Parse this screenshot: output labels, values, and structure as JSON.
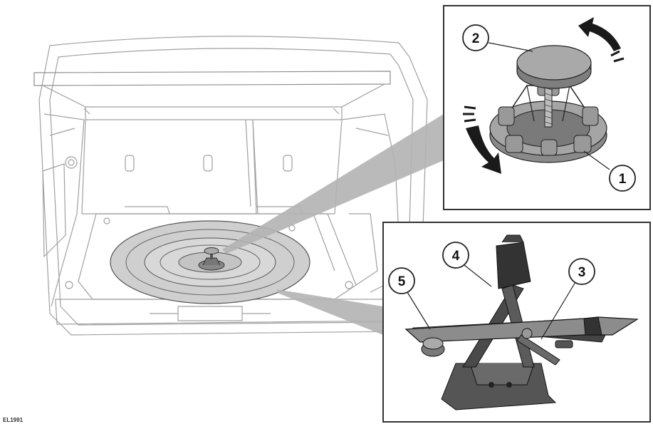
{
  "figure_code": "E​L1991",
  "callouts": {
    "c1": "1",
    "c2": "2",
    "c3": "3",
    "c4": "4",
    "c5": "5"
  },
  "colors": {
    "line": "#9a9a9a",
    "dark_line": "#222222",
    "tire_fill": "#cfcfcf",
    "wedge": "#b3b3b3",
    "inset_border": "#333333",
    "callout_fill": "#ffffff"
  },
  "icons": {
    "arrow_up": "curved-arrow-counterclockwise-icon",
    "arrow_down": "curved-arrow-clockwise-icon"
  }
}
